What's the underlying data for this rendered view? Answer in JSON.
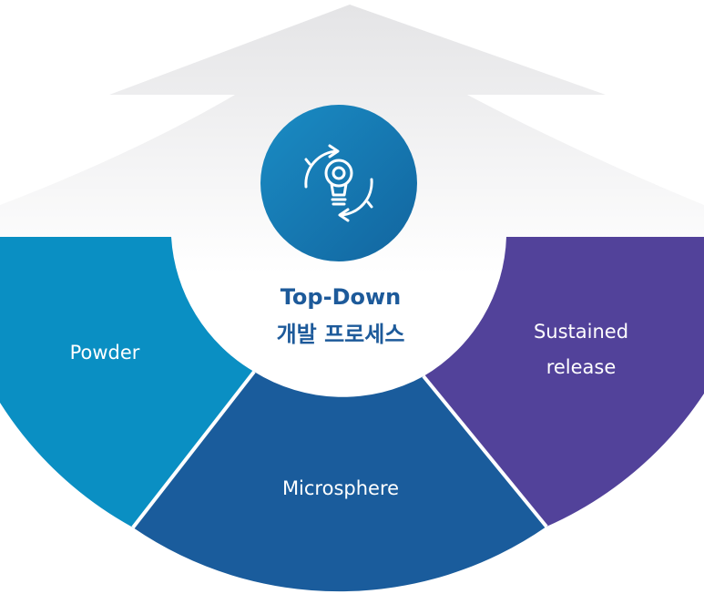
{
  "center": {
    "title": "Top-Down",
    "subtitle": "개발 프로세스",
    "icon": "lightbulb-cycle-icon"
  },
  "segments": [
    {
      "id": "powder",
      "label_lines": [
        "Powder"
      ],
      "color": "#0a8fc3"
    },
    {
      "id": "microsphere",
      "label_lines": [
        "Microsphere"
      ],
      "color": "#1a5c9c"
    },
    {
      "id": "sustained-release",
      "label_lines": [
        "Sustained",
        "release"
      ],
      "color": "#52429a"
    }
  ],
  "colors": {
    "arrow_fill": "#eeeeee",
    "divider": "#ffffff",
    "circle_dark": "#12659f",
    "circle_light": "#1a8cc4",
    "icon_stroke": "#ffffff"
  }
}
